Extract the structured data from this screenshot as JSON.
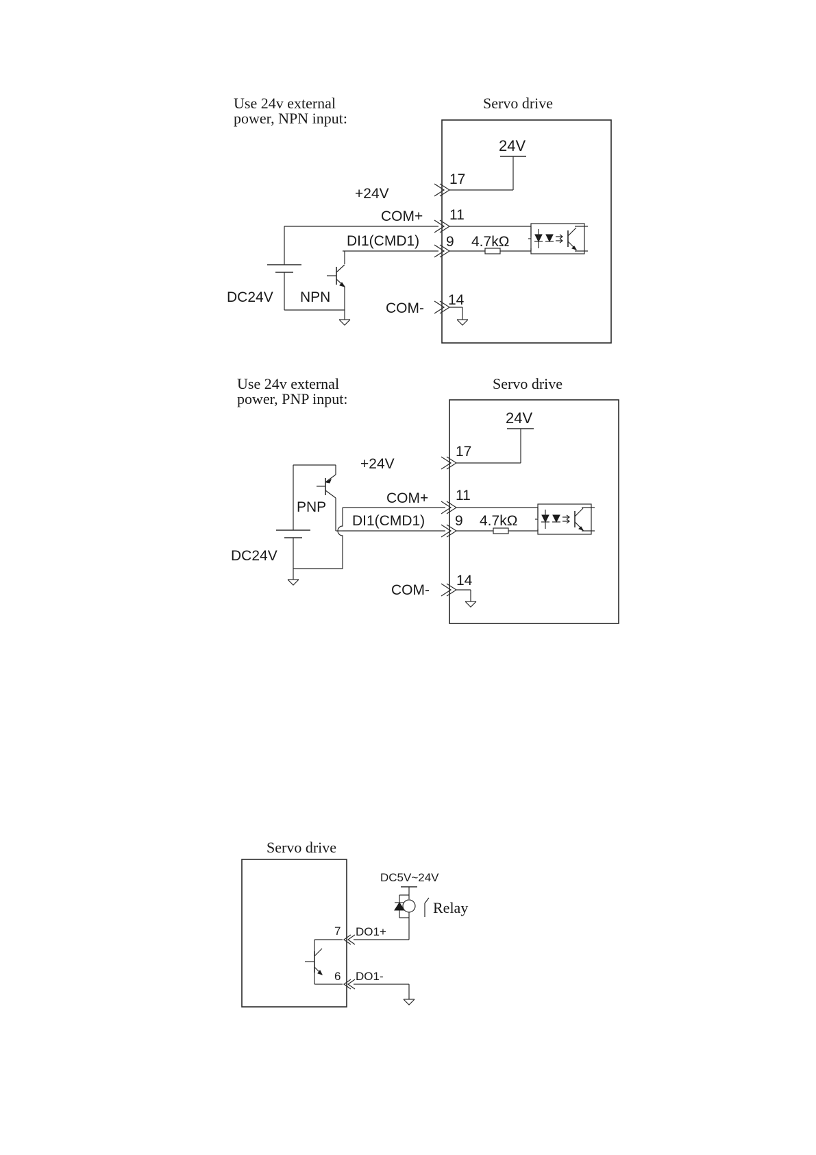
{
  "diagrams": [
    {
      "title_line1": "Use 24v external",
      "title_line2": "power, NPN input:",
      "box_label": "Servo drive",
      "internal_supply": "24V",
      "ext_plus": "+24V",
      "com_plus": "COM+",
      "di_label": "DI1(CMD1)",
      "com_minus": "COM-",
      "pin_17": "17",
      "pin_11": "11",
      "pin_9": "9",
      "pin_14": "14",
      "resistor": "4.7kΩ",
      "battery": "DC24V",
      "transistor": "NPN"
    },
    {
      "title_line1": "Use 24v external",
      "title_line2": "power, PNP input:",
      "box_label": "Servo drive",
      "internal_supply": "24V",
      "ext_plus": "+24V",
      "com_plus": "COM+",
      "di_label": "DI1(CMD1)",
      "com_minus": "COM-",
      "pin_17": "17",
      "pin_11": "11",
      "pin_9": "9",
      "pin_14": "14",
      "resistor": "4.7kΩ",
      "battery": "DC24V",
      "transistor": "PNP"
    }
  ],
  "output_diagram": {
    "box_label": "Servo drive",
    "supply": "DC5V~24V",
    "relay": "Relay",
    "pin_7": "7",
    "pin_6": "6",
    "do_plus": "DO1+",
    "do_minus": "DO1-"
  }
}
